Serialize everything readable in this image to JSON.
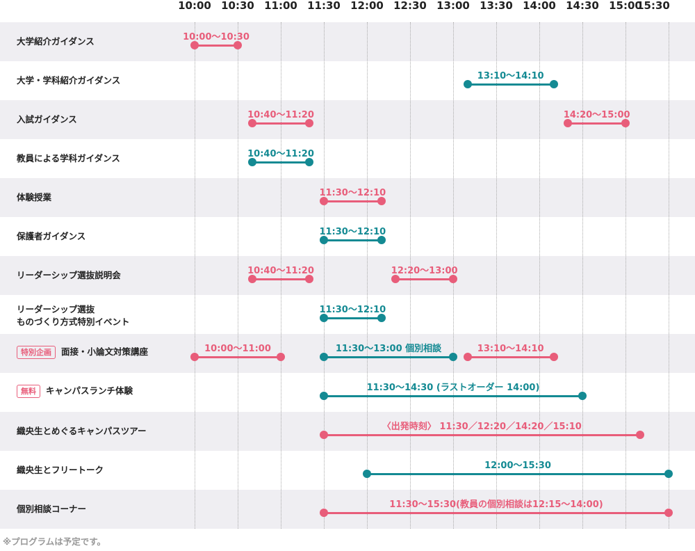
{
  "colors": {
    "pink": "#e85d7a",
    "teal": "#148a93",
    "shade": "#efeef2"
  },
  "time_headers": [
    "10:00",
    "10:30",
    "11:00",
    "11:30",
    "12:00",
    "12:30",
    "13:00",
    "13:30",
    "14:00",
    "14:30",
    "15:00",
    "15:30"
  ],
  "rows": [
    {
      "label": "大学紹介ガイダンス",
      "bars": [
        {
          "start": 10.0,
          "end": 10.5,
          "color": "pink",
          "text": "10:00〜10:30"
        }
      ]
    },
    {
      "label": "大学・学科紹介ガイダンス",
      "bars": [
        {
          "start": 13.1667,
          "end": 14.1667,
          "color": "teal",
          "text": "13:10〜14:10"
        }
      ]
    },
    {
      "label": "入試ガイダンス",
      "bars": [
        {
          "start": 10.6667,
          "end": 11.3333,
          "color": "pink",
          "text": "10:40〜11:20"
        },
        {
          "start": 14.3333,
          "end": 15.0,
          "color": "pink",
          "text": "14:20〜15:00"
        }
      ]
    },
    {
      "label": "教員による学科ガイダンス",
      "bars": [
        {
          "start": 10.6667,
          "end": 11.3333,
          "color": "teal",
          "text": "10:40〜11:20"
        }
      ]
    },
    {
      "label": "体験授業",
      "bars": [
        {
          "start": 11.5,
          "end": 12.1667,
          "color": "pink",
          "text": "11:30〜12:10"
        }
      ]
    },
    {
      "label": "保護者ガイダンス",
      "bars": [
        {
          "start": 11.5,
          "end": 12.1667,
          "color": "teal",
          "text": "11:30〜12:10"
        }
      ]
    },
    {
      "label": "リーダーシップ選抜説明会",
      "bars": [
        {
          "start": 10.6667,
          "end": 11.3333,
          "color": "pink",
          "text": "10:40〜11:20"
        },
        {
          "start": 12.3333,
          "end": 13.0,
          "color": "pink",
          "text": "12:20〜13:00"
        }
      ]
    },
    {
      "label": "リーダーシップ選抜",
      "label2": "ものづくり方式特別イベント",
      "bars": [
        {
          "start": 11.5,
          "end": 12.1667,
          "color": "teal",
          "text": "11:30〜12:10"
        }
      ]
    },
    {
      "badge": "特別企画",
      "label": "面接・小論文対策講座",
      "bars": [
        {
          "start": 10.0,
          "end": 11.0,
          "color": "pink",
          "text": "10:00〜11:00"
        },
        {
          "start": 11.5,
          "end": 13.0,
          "color": "teal",
          "text": "11:30〜13:00 個別相談"
        },
        {
          "start": 13.1667,
          "end": 14.1667,
          "color": "pink",
          "text": "13:10〜14:10"
        }
      ]
    },
    {
      "badge": "無料",
      "label": "キャンパスランチ体験",
      "bars": [
        {
          "start": 11.5,
          "end": 14.5,
          "color": "teal",
          "text": "11:30〜14:30 (ラストオーダー 14:00)"
        }
      ]
    },
    {
      "label": "織央生とめぐるキャンパスツアー",
      "bars": [
        {
          "start": 11.5,
          "end": 15.1667,
          "color": "pink",
          "text": "〈出発時刻〉 11:30／12:20／14:20／15:10"
        }
      ]
    },
    {
      "label": "織央生とフリートーク",
      "bars": [
        {
          "start": 12.0,
          "end": 15.5,
          "color": "teal",
          "text": "12:00〜15:30"
        }
      ]
    },
    {
      "label": "個別相談コーナー",
      "bars": [
        {
          "start": 11.5,
          "end": 15.5,
          "color": "pink",
          "text": "11:30〜15:30(教員の個別相談は12:15〜14:00)"
        }
      ]
    }
  ],
  "footnote": "※プログラムは予定です。"
}
